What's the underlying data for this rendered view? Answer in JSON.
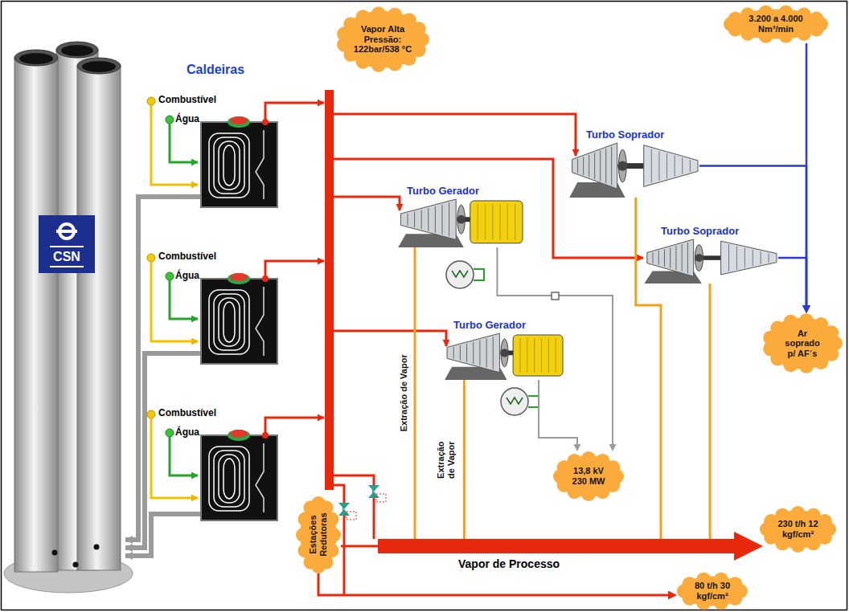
{
  "diagram": {
    "nodes": [
      {
        "text": [
          "Vapor Alta Pressão: 122bar/538 °C"
        ]
      },
      {
        "text": [
          "Turbo Soprador"
        ]
      },
      {
        "text": [
          "Turbo Gerador"
        ]
      },
      {
        "text": [
          "Turbo Soprador"
        ]
      },
      {
        "text": [
          "Turbo Gerador"
        ]
      },
      {
        "text": [
          "3.200 a 4.000 Nm³/min"
        ]
      },
      {
        "text": [
          "Ar soprado p/ AF´s"
        ]
      },
      {
        "text": [
          "13,8 kV 230 MW"
        ]
      },
      {
        "text": [
          "Estações Redutoras"
        ]
      },
      {
        "text": [
          "Vapor de Processo"
        ]
      },
      {
        "text": [
          "230 t/h 12 kgf/cm²"
        ]
      },
      {
        "text": [
          "80 t/h 30 kgf/cm²"
        ]
      }
    ],
    "edges": [
      {
        "from": 1,
        "to": 6,
        "arrow": "to"
      },
      {
        "from": 3,
        "to": 6,
        "arrow": "to"
      },
      {
        "from": 5,
        "to": 6,
        "arrow": "to"
      },
      {
        "from": 2,
        "to": 7,
        "arrow": "to"
      },
      {
        "from": 4,
        "to": 7,
        "arrow": "to"
      },
      {
        "from": 2,
        "to": 9,
        "label": "Extração de Vapor",
        "arrow": "none"
      },
      {
        "from": 4,
        "to": 9,
        "label": "Extração de Vapor",
        "arrow": "none"
      },
      {
        "from": 1,
        "to": 9,
        "arrow": "none"
      },
      {
        "from": 3,
        "to": 9,
        "arrow": "none"
      },
      {
        "from": 8,
        "to": 9,
        "arrow": "none"
      },
      {
        "from": 8,
        "to": 11,
        "arrow": "to"
      },
      {
        "from": 9,
        "to": 10,
        "arrow": "to"
      }
    ],
    "labels": [
      "Caldeiras",
      "Combustível",
      "Água",
      "Combustível",
      "Água",
      "Combustível",
      "Água",
      "CSN"
    ]
  }
}
